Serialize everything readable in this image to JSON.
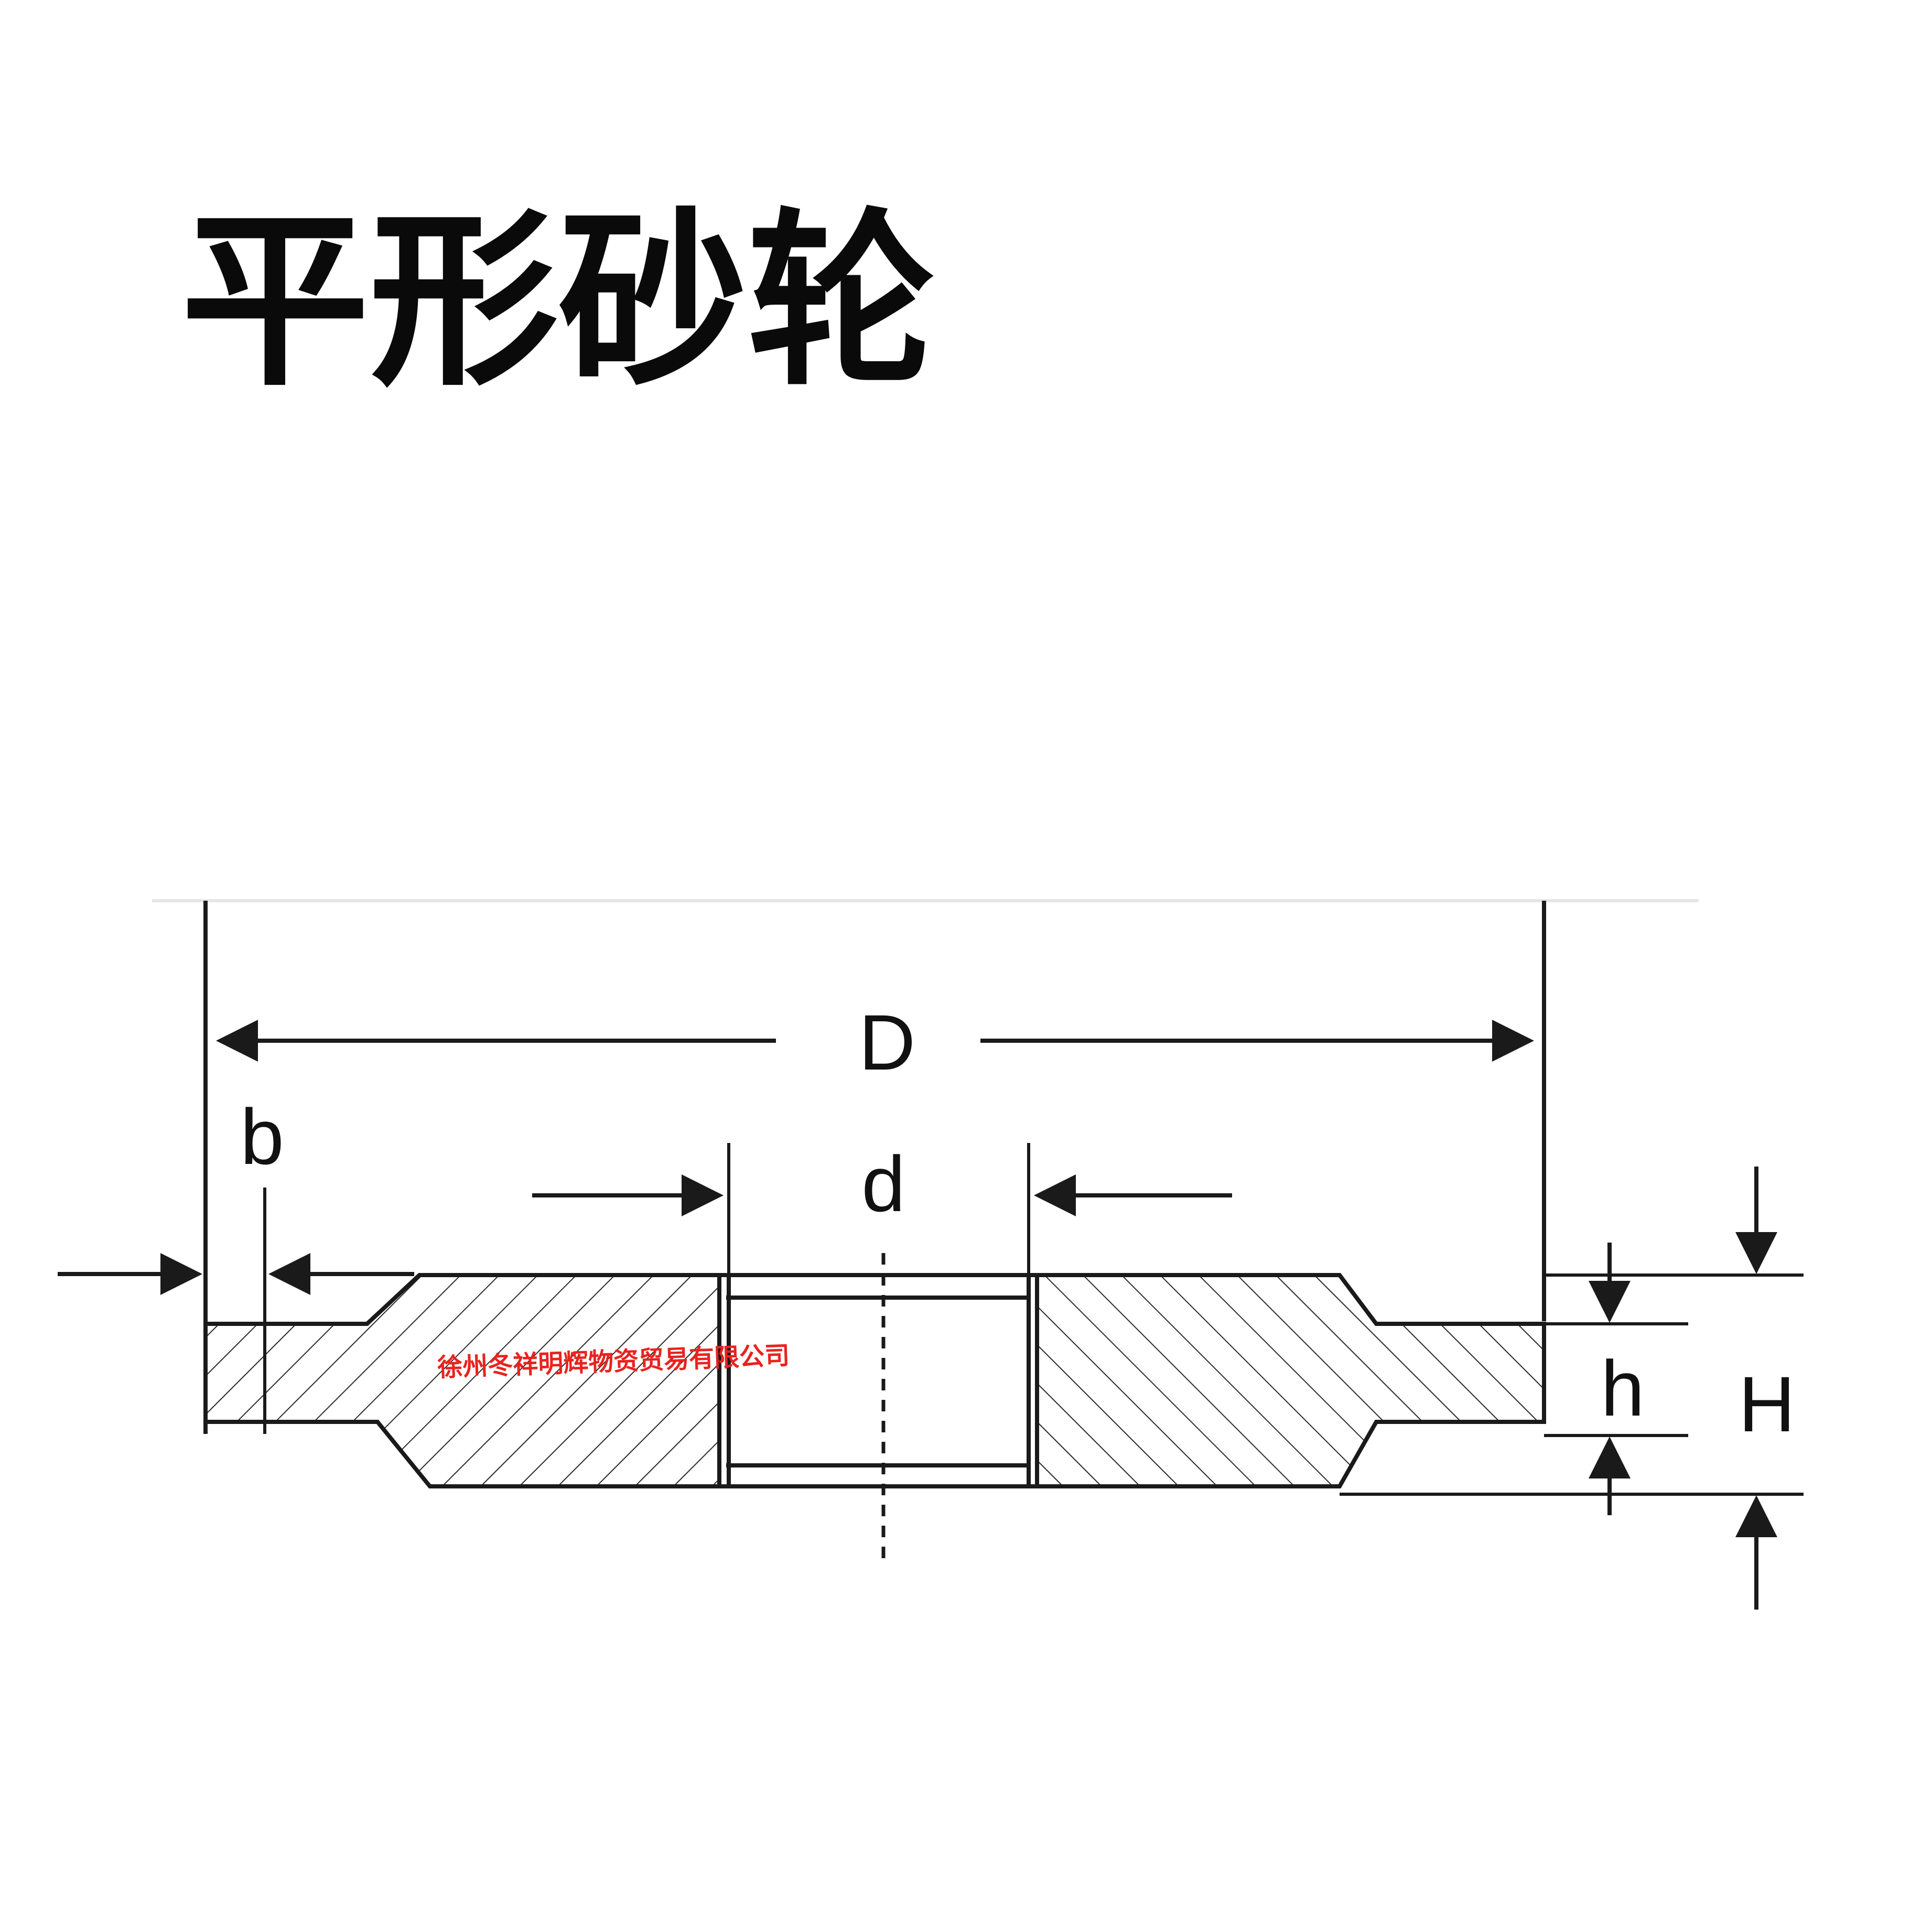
{
  "title": "平形砂轮",
  "diagram": {
    "labels": {
      "D": "D",
      "b": "b",
      "d": "d",
      "h": "h",
      "H": "H"
    },
    "watermark": "徐州冬祥明辉物资贸易有限公司"
  },
  "colors": {
    "line": "#1a1a1a",
    "title": "#0a0a0a",
    "watermark": "#e8231f",
    "background": "#ffffff"
  }
}
